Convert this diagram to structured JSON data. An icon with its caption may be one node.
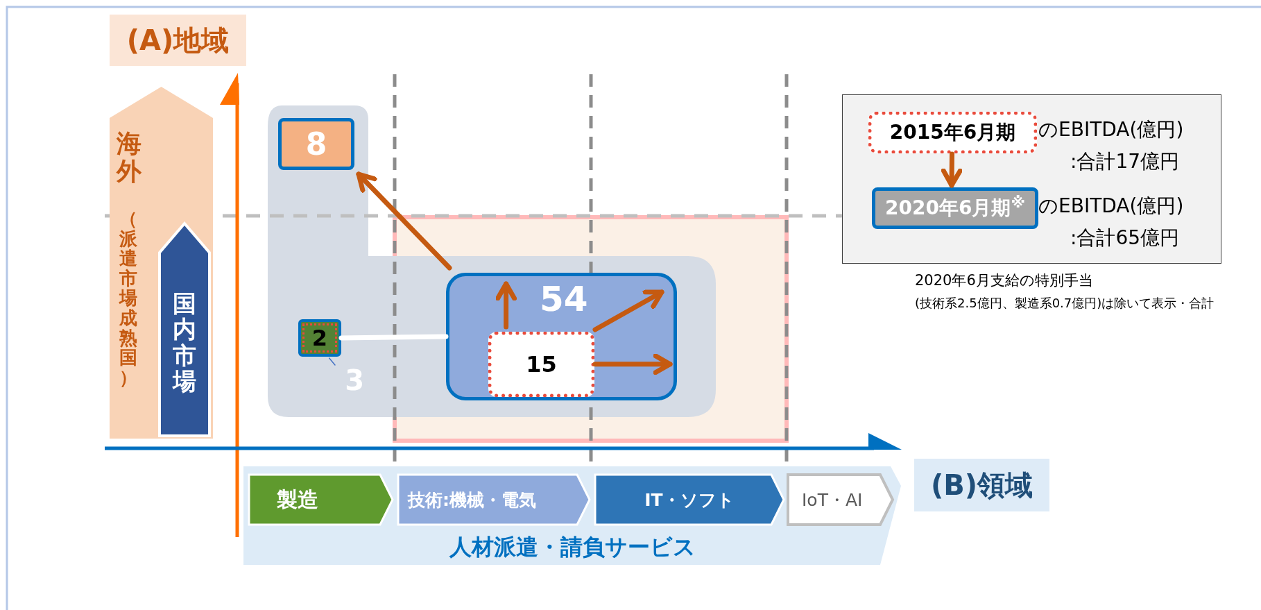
{
  "diagram": {
    "nodes": [
      {
        "text": [
          "(A)地域"
        ]
      },
      {
        "text": [
          "海外",
          "（派遣市場成熟国）"
        ]
      },
      {
        "text": [
          "国内市場"
        ],
        "in": 1
      },
      {
        "text": [
          "8"
        ]
      },
      {
        "text": [
          "2"
        ]
      },
      {
        "text": [
          "3"
        ]
      },
      {
        "text": [
          "54"
        ]
      },
      {
        "text": [
          "15"
        ],
        "in": 6
      },
      {
        "text": [],
        "shape": "box"
      },
      {
        "text": [
          "2015年6月期"
        ],
        "in": 8,
        "beside": [
          "のEBITDA(億円)",
          ":合計17億円"
        ]
      },
      {
        "text": [
          "2020年6月期$^{※}$"
        ],
        "in": 8,
        "beside": [
          "のEBITDA(億円)",
          ":合計65億円"
        ]
      },
      {
        "text": [
          "人材派遣・請負サービス"
        ]
      },
      {
        "text": [
          "製造"
        ],
        "in": 11
      },
      {
        "text": [
          "技術:機械・電気"
        ],
        "in": 11
      },
      {
        "text": [
          "IT・ソフト"
        ],
        "in": 11
      },
      {
        "text": [
          "IoT・AI"
        ],
        "in": 11
      },
      {
        "text": [
          "(B)領域"
        ]
      }
    ],
    "edges": [
      {
        "from": 5,
        "to": 4,
        "arrow": "none",
        "color": "#4472c4"
      },
      {
        "from": 4,
        "to": 6,
        "arrow": "none",
        "color": "#ffffff"
      },
      {
        "from": 6,
        "to": 3,
        "arrow": "to"
      },
      {
        "from": 7,
        "to": null,
        "arrow": "to"
      },
      {
        "from": 7,
        "to": null,
        "arrow": "to"
      },
      {
        "from": 7,
        "to": null,
        "arrow": "to"
      },
      {
        "from": 9,
        "to": 10,
        "arrow": "to"
      }
    ],
    "labels": [
      "2020年6月支給の特別手当",
      "(技術系2.5億円、製造系0.7億円)は除いて表示・合計"
    ]
  }
}
